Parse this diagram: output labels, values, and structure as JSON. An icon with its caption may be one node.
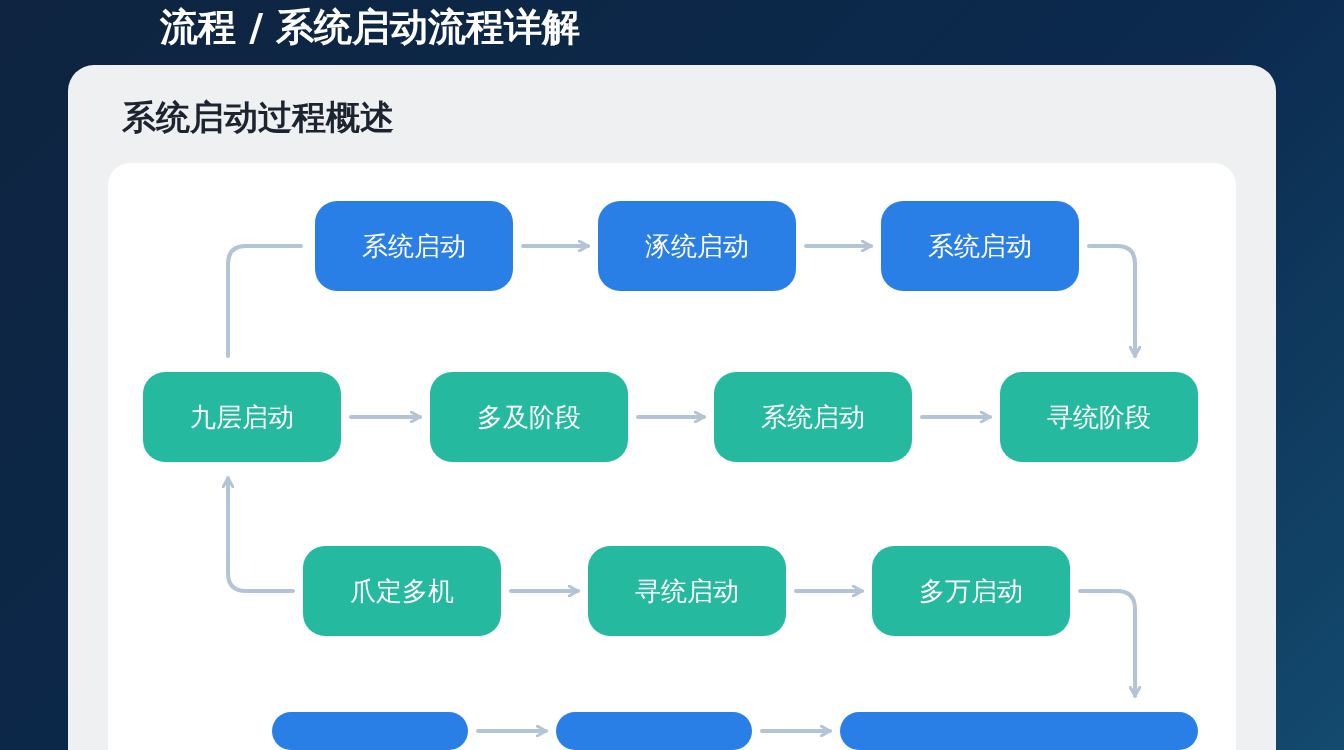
{
  "diagram": {
    "title": "流程 / 系统启动流程详解",
    "nodes": [
      {
        "text": [
          "系统启动过程概述"
        ]
      },
      {
        "text": [
          "系统启动"
        ],
        "in": 0
      },
      {
        "text": [
          "涿统启动"
        ],
        "in": 0
      },
      {
        "text": [
          "系统启动"
        ],
        "in": 0
      },
      {
        "text": [
          "九层启动"
        ],
        "in": 0
      },
      {
        "text": [
          "多及阶段"
        ],
        "in": 0
      },
      {
        "text": [
          "系统启动"
        ],
        "in": 0
      },
      {
        "text": [
          "寻统阶段"
        ],
        "in": 0
      },
      {
        "text": [
          "爪定多机"
        ],
        "in": 0
      },
      {
        "text": [
          "寻统启动"
        ],
        "in": 0
      },
      {
        "text": [
          "多万启动"
        ],
        "in": 0
      },
      {
        "text": [],
        "shape": "box",
        "in": 0
      },
      {
        "text": [],
        "shape": "box",
        "in": 0
      },
      {
        "text": [],
        "shape": "box",
        "in": 0
      }
    ],
    "edges": [
      {
        "from": 4,
        "to": 1,
        "arrow": "none"
      },
      {
        "from": 1,
        "to": 2,
        "arrow": "to"
      },
      {
        "from": 2,
        "to": 3,
        "arrow": "to"
      },
      {
        "from": 3,
        "to": 7,
        "arrow": "to"
      },
      {
        "from": 4,
        "to": 5,
        "arrow": "to"
      },
      {
        "from": 5,
        "to": 6,
        "arrow": "to"
      },
      {
        "from": 6,
        "to": 7,
        "arrow": "to"
      },
      {
        "from": 8,
        "to": 4,
        "arrow": "to"
      },
      {
        "from": 8,
        "to": 9,
        "arrow": "to"
      },
      {
        "from": 9,
        "to": 10,
        "arrow": "to"
      },
      {
        "from": 10,
        "to": 13,
        "arrow": "to"
      },
      {
        "from": 11,
        "to": 12,
        "arrow": "to"
      },
      {
        "from": 12,
        "to": 13,
        "arrow": "to"
      }
    ]
  }
}
